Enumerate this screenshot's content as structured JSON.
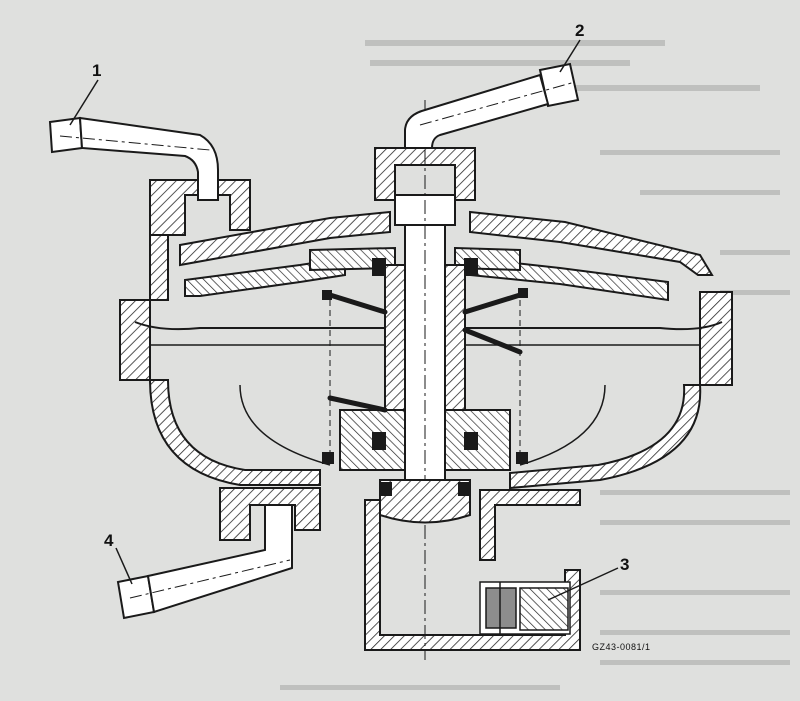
{
  "diagram": {
    "callouts": [
      {
        "id": "1",
        "label": "1"
      },
      {
        "id": "2",
        "label": "2"
      },
      {
        "id": "3",
        "label": "3"
      },
      {
        "id": "4",
        "label": "4"
      }
    ],
    "figure_ref": "GZ43-0081/1",
    "colors": {
      "line": "#1a1a1a",
      "hatch": "#2a2a2a",
      "paper": "#dfe0de",
      "bleed_text": "#bfc0be"
    }
  }
}
